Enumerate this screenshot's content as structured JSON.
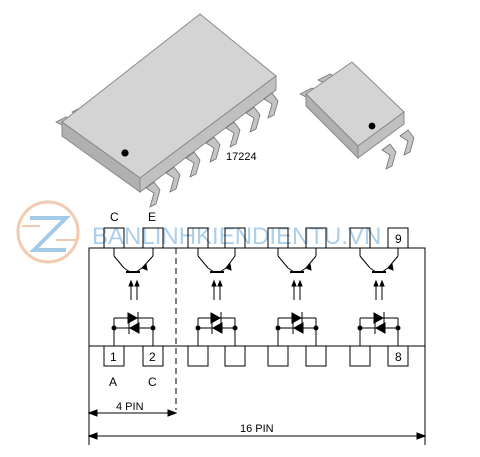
{
  "diagram": {
    "package_code": "17224",
    "watermark": "BANLINHKIENDIENTU.VN",
    "top_pins": {
      "collector_label": "C",
      "emitter_label": "E",
      "last_pin_number": "9"
    },
    "bottom_pins": {
      "anode_label": "A",
      "cathode_label": "C",
      "pin1_number": "1",
      "pin2_number": "2",
      "last_pin_number": "8"
    },
    "dimensions": {
      "four_pin_label": "4 PIN",
      "sixteen_pin_label": "16 PIN"
    },
    "channels": 4,
    "colors": {
      "package_body": "#c8c8c8",
      "package_top": "#dcdcdc",
      "lead": "#b4b4b4",
      "line": "#000000",
      "watermark": "#5aa0d8"
    }
  }
}
